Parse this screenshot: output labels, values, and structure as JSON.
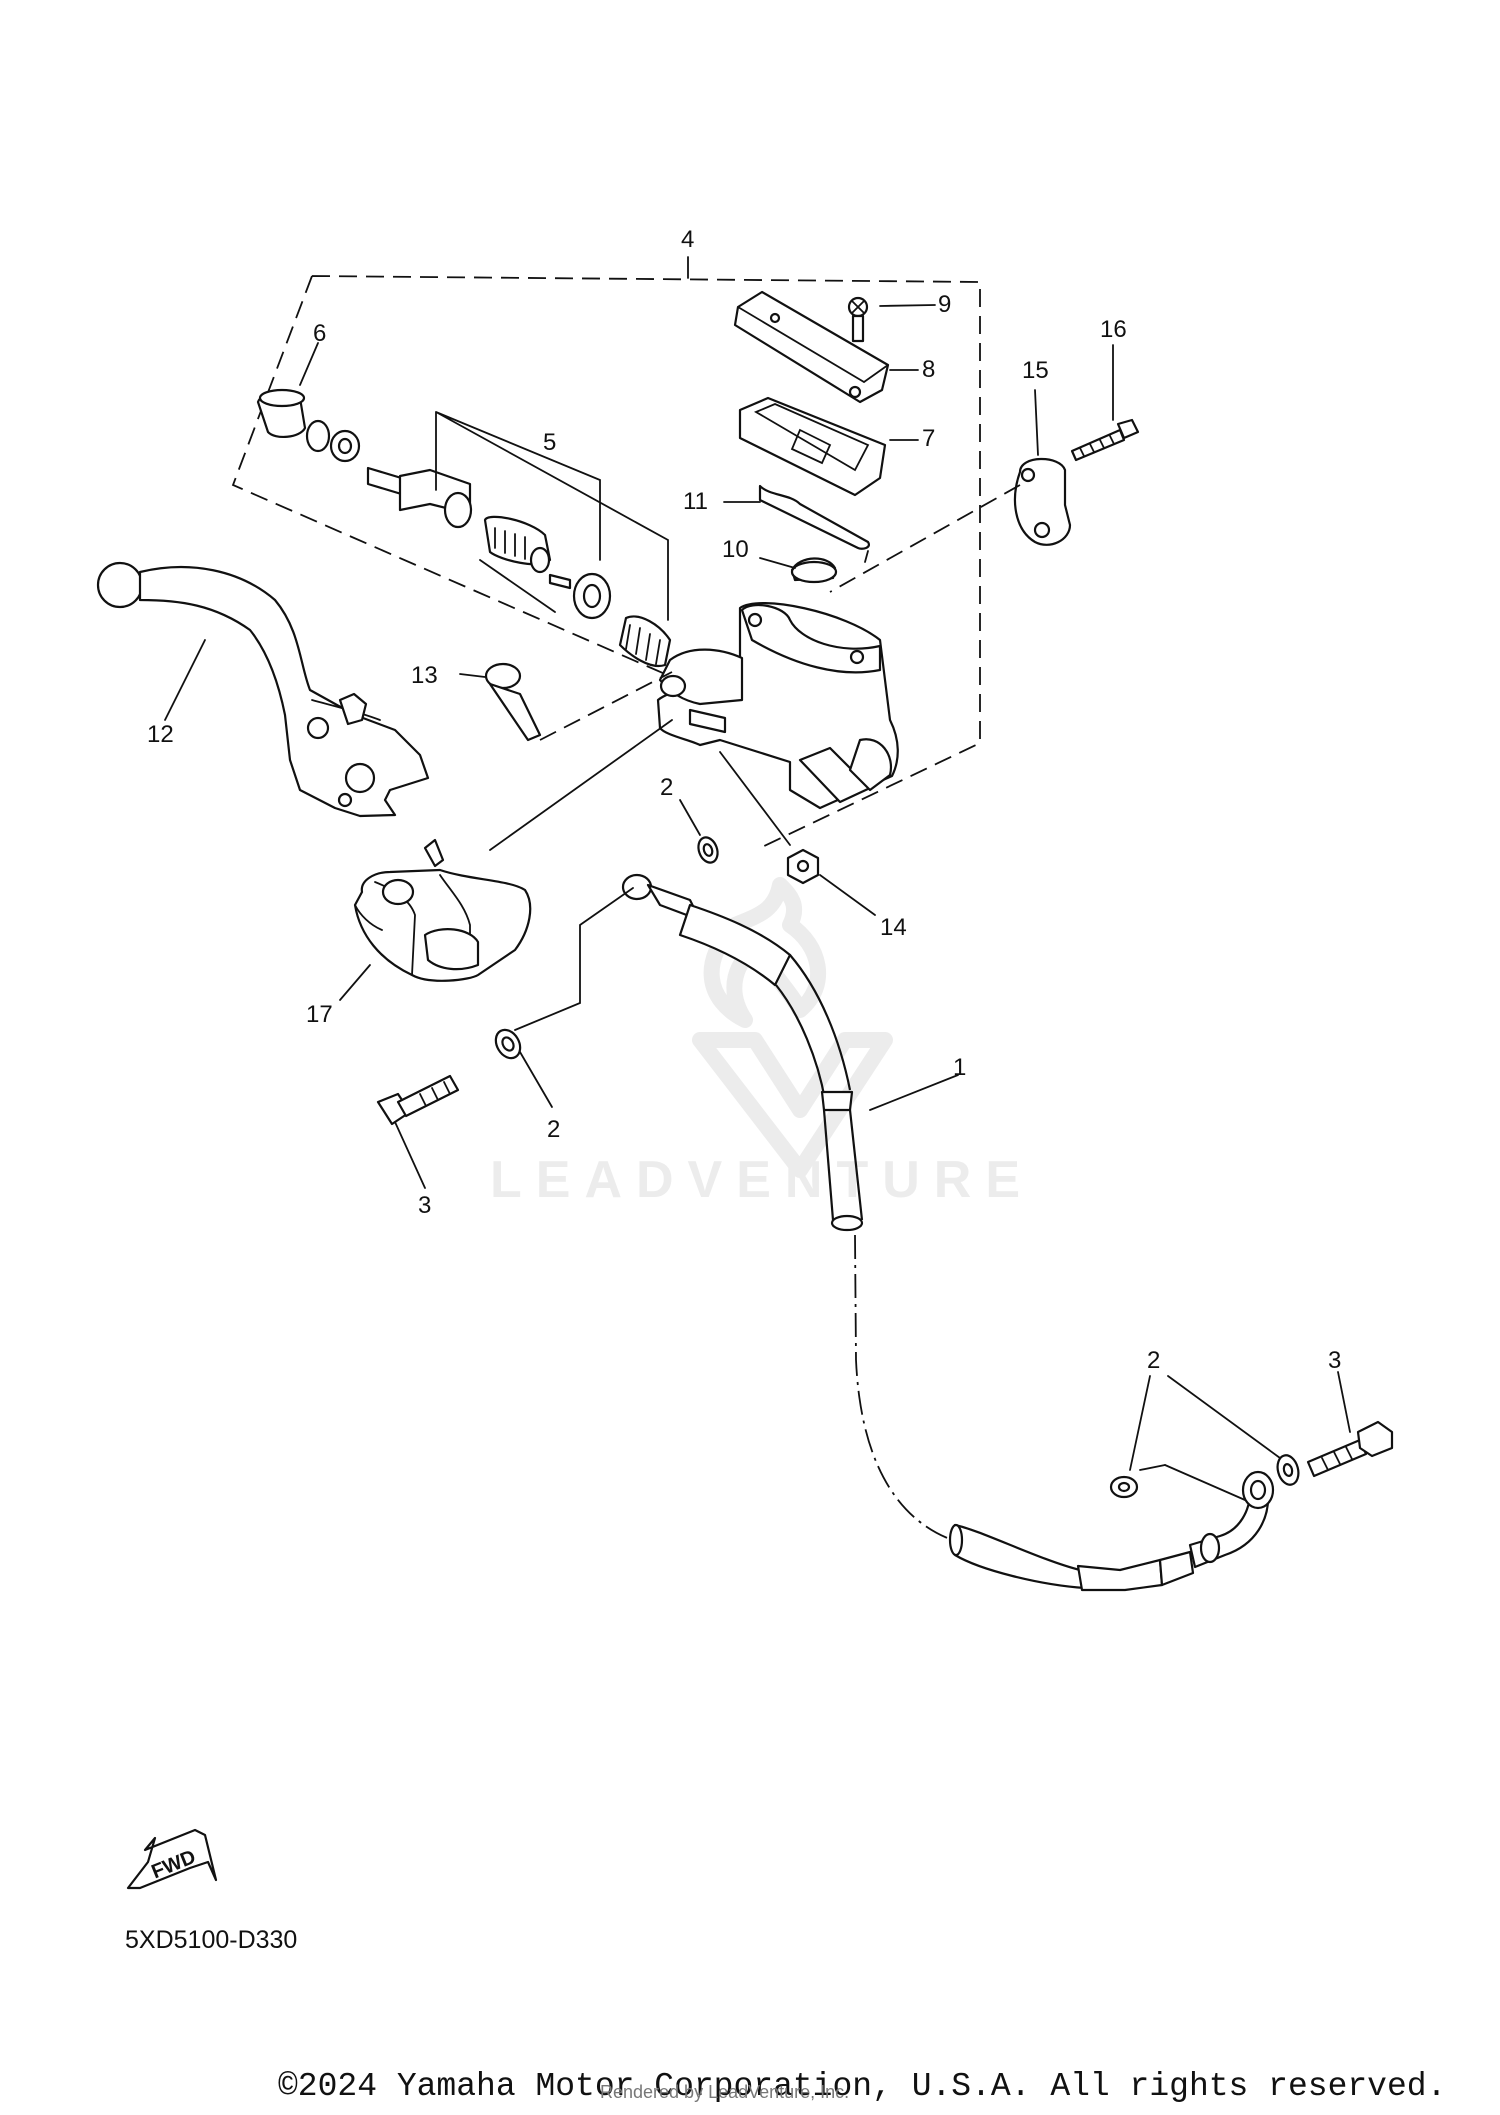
{
  "callouts": {
    "c1": "1",
    "c2a": "2",
    "c2b": "2",
    "c2c": "2",
    "c3a": "3",
    "c3b": "3",
    "c4": "4",
    "c5": "5",
    "c6": "6",
    "c7": "7",
    "c8": "8",
    "c9": "9",
    "c10": "10",
    "c11": "11",
    "c12": "12",
    "c13": "13",
    "c14": "14",
    "c15": "15",
    "c16": "16",
    "c17": "17"
  },
  "fwd_badge": "FWD",
  "diagram_code": "5XD5100-D330",
  "watermark": {
    "text": "LEADVENTURE"
  },
  "footer": {
    "copyright": "©2024 Yamaha Motor Corporation, U.S.A. All rights reserved.",
    "rendered_by": "Rendered by LeadVenture, Inc."
  },
  "colors": {
    "ink": "#111111",
    "watermark": "#ececec",
    "background": "#ffffff"
  }
}
